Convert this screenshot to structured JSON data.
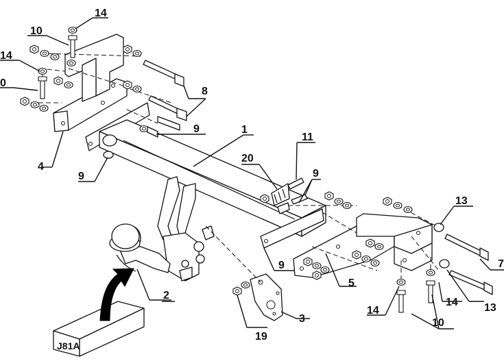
{
  "box_label": "J81A",
  "callouts": [
    {
      "id": "c14a",
      "text": "14"
    },
    {
      "id": "c10a",
      "text": "10"
    },
    {
      "id": "c14b",
      "text": "14"
    },
    {
      "id": "c10b",
      "text": "0"
    },
    {
      "id": "c8",
      "text": "8"
    },
    {
      "id": "c9a",
      "text": "9"
    },
    {
      "id": "c1",
      "text": "1"
    },
    {
      "id": "c4",
      "text": "4"
    },
    {
      "id": "c9b",
      "text": "9"
    },
    {
      "id": "c11",
      "text": "11"
    },
    {
      "id": "c20",
      "text": "20"
    },
    {
      "id": "c9c",
      "text": "9"
    },
    {
      "id": "c13a",
      "text": "13"
    },
    {
      "id": "c7",
      "text": "7"
    },
    {
      "id": "c2",
      "text": "2"
    },
    {
      "id": "c9d",
      "text": "9"
    },
    {
      "id": "c5",
      "text": "5"
    },
    {
      "id": "c3",
      "text": "3"
    },
    {
      "id": "c19",
      "text": "19"
    },
    {
      "id": "c14c",
      "text": "14"
    },
    {
      "id": "c14d",
      "text": "14"
    },
    {
      "id": "c10c",
      "text": "10"
    },
    {
      "id": "c13b",
      "text": "13"
    }
  ]
}
